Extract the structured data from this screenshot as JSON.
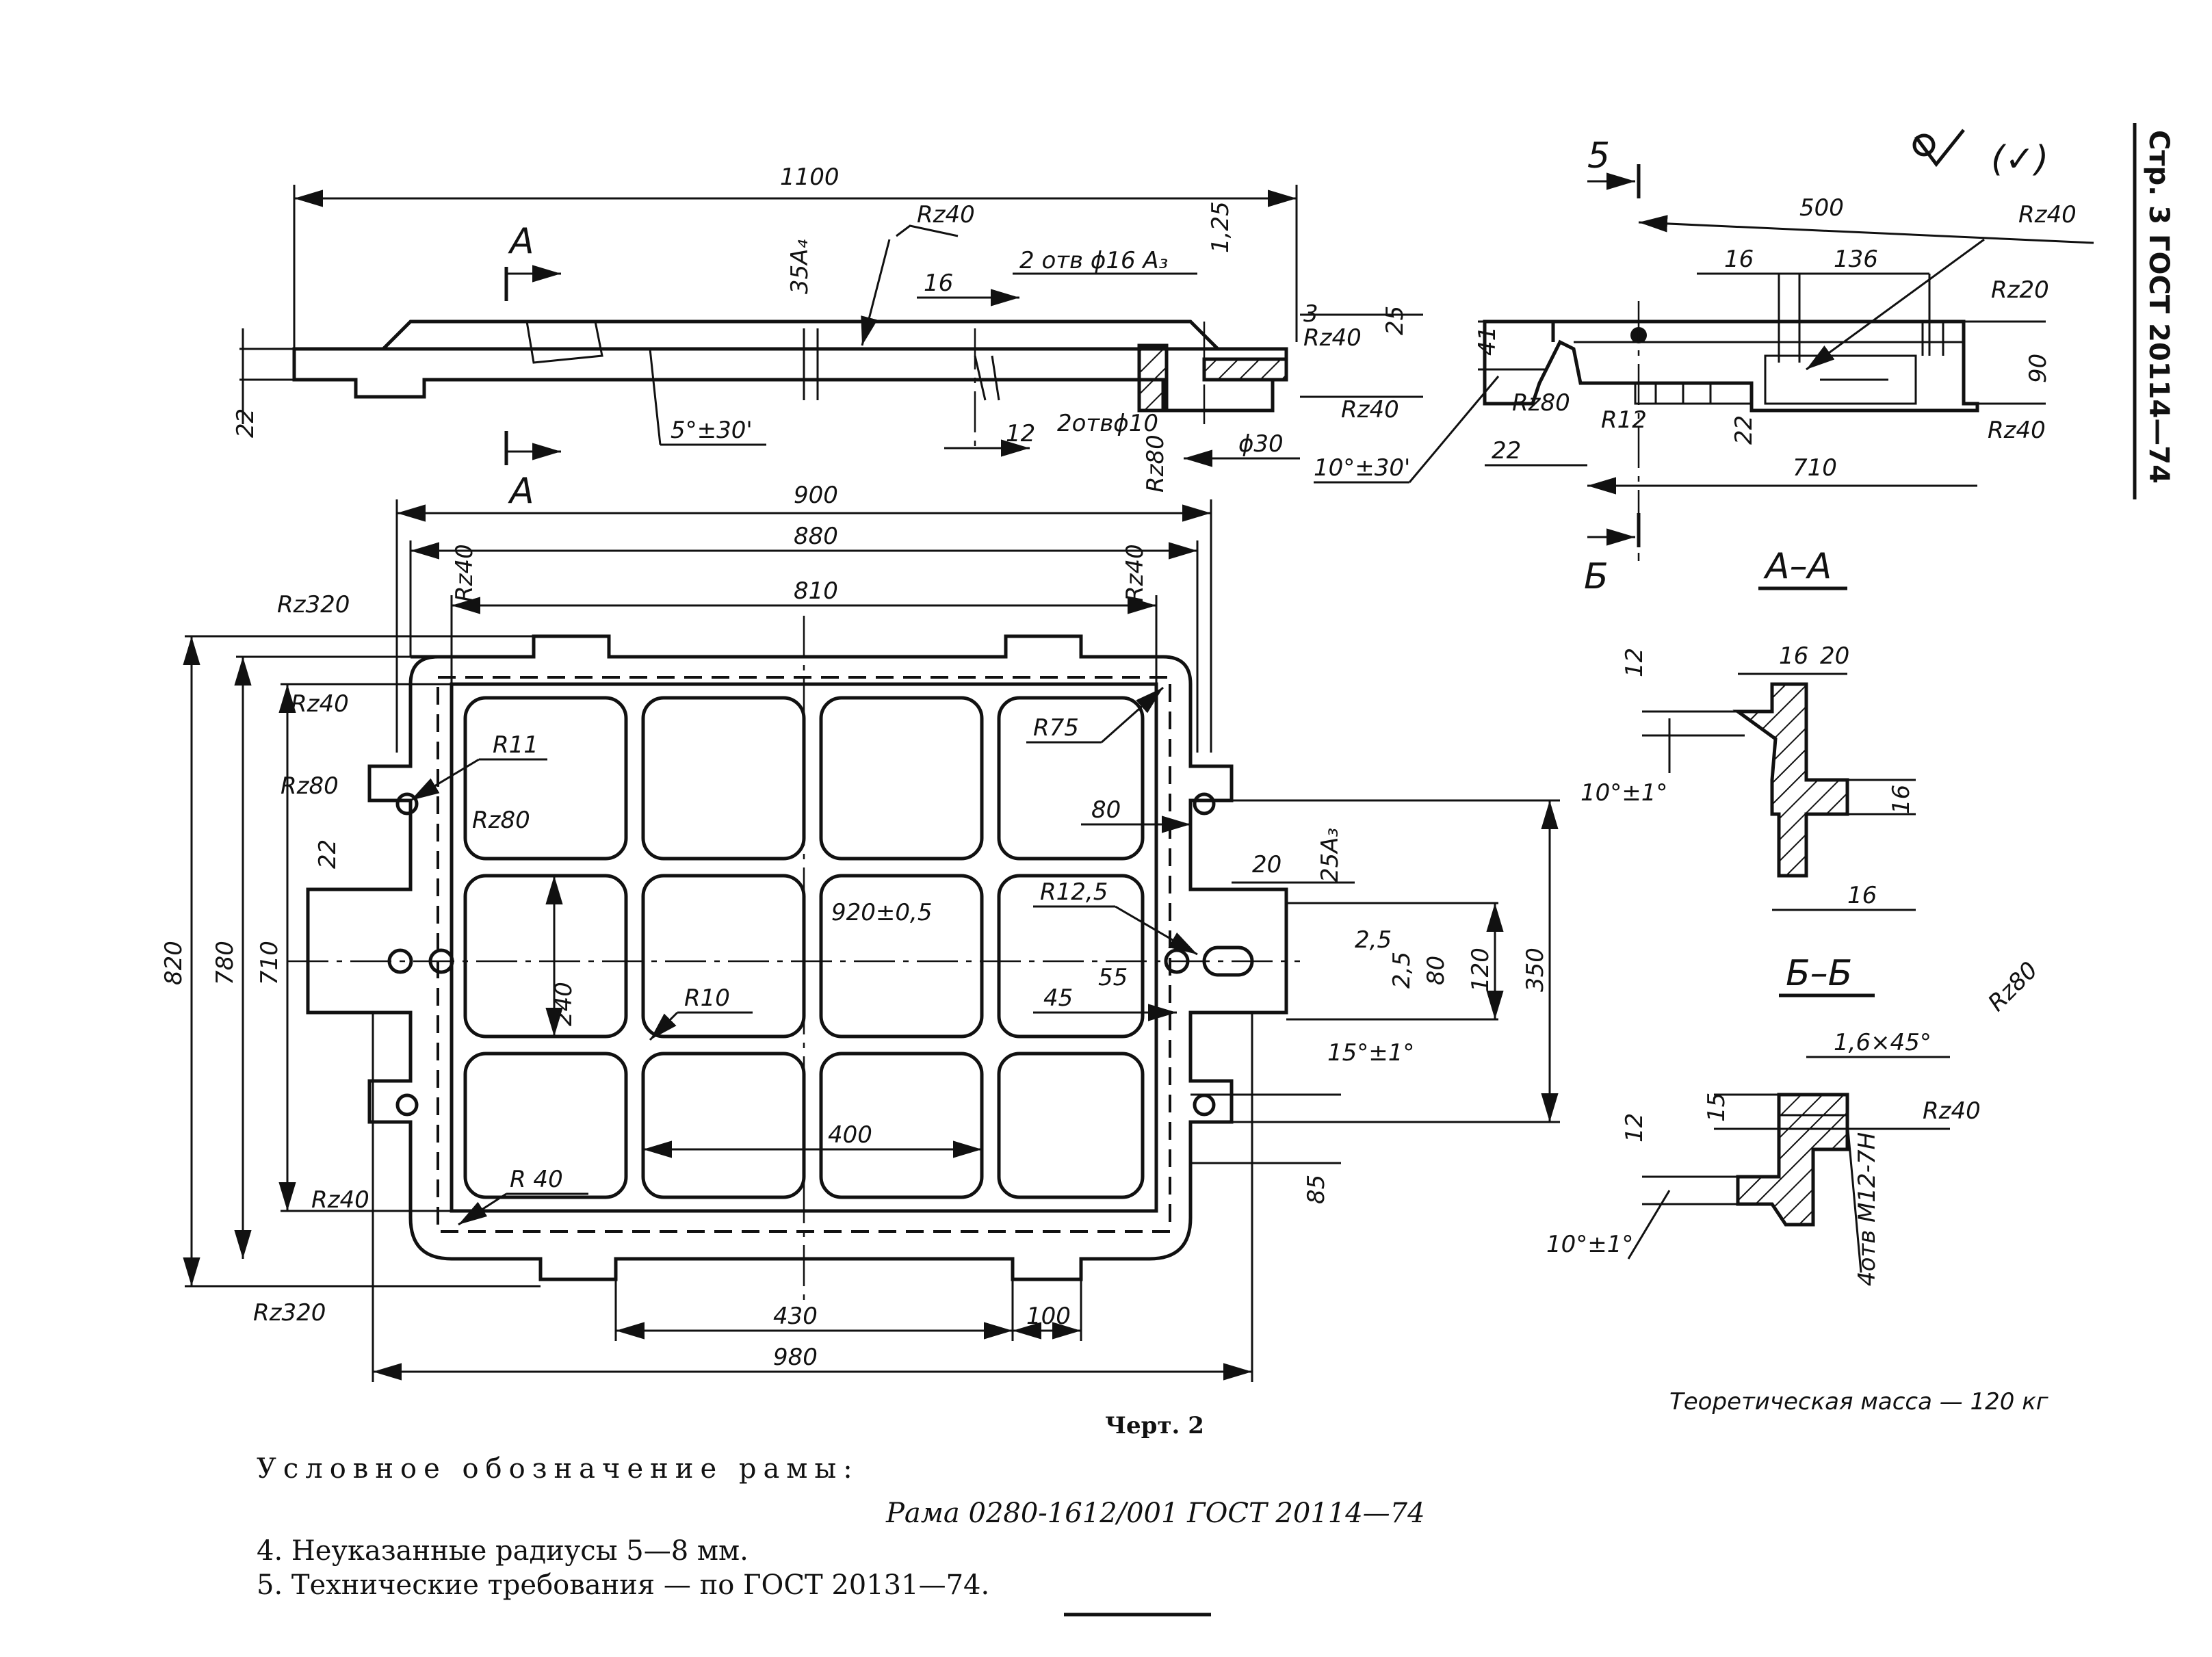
{
  "page": {
    "header": "Стр. 3 ГОСТ 20114—74",
    "roughness_sign": "(✓)"
  },
  "top_view": {
    "dims": {
      "length": "1100",
      "d35": "35А₄",
      "rz40": "Rz40",
      "holes16": "2 отв ϕ16 А₃",
      "d16": "16",
      "d3": "3",
      "d25": "25",
      "d1_25": "1,25",
      "d22": "22",
      "angle": "5°±30'",
      "holes10": "2отвϕ10",
      "d12": "12",
      "rz80": "Rz80",
      "d30": "ϕ30",
      "rz40b": "Rz40"
    },
    "section_A": "А"
  },
  "side_view": {
    "section_5": "5",
    "section_B": "Б",
    "dims": {
      "d500": "500",
      "d16": "16",
      "d136": "136",
      "rz40": "Rz40",
      "rz20": "Rz20",
      "d41": "41",
      "rz80": "Rz80",
      "r12": "R12",
      "d90": "90",
      "d22": "22",
      "d22b": "22",
      "d710": "710",
      "angle": "10°±30'",
      "rz40b": "Rz40"
    }
  },
  "plan_view": {
    "dims": {
      "d900": "900",
      "d880": "880",
      "d810": "810",
      "rz320": "Rz320",
      "rz40a": "Rz40",
      "rz40b": "Rz40",
      "d820": "820",
      "d780": "780",
      "d710": "710",
      "rz40c": "Rz40",
      "rz80a": "Rz80",
      "rz80b": "Rz80",
      "d22": "22",
      "r11": "R11",
      "r75": "R75",
      "d80": "80",
      "d25a": "25А₃",
      "d20": "20",
      "r12_5": "R12,5",
      "d920": "920±0,5",
      "d240": "240",
      "r10": "R10",
      "d45": "45",
      "d55": "55",
      "d2_5a": "2,5",
      "d2_5b": "2,5",
      "d80b": "80",
      "d120": "120",
      "d350": "350",
      "angle15": "15°±1°",
      "d400": "400",
      "d85": "85",
      "r40": "R 40",
      "rz40d": "Rz40",
      "rz320b": "Rz320",
      "d430": "430",
      "d100": "100",
      "d980": "980"
    }
  },
  "section_AA": {
    "title": "А–А",
    "dims": {
      "d16": "16",
      "d20": "20",
      "d12": "12",
      "angle": "10°±1°",
      "d16b": "16",
      "d16c": "16"
    }
  },
  "section_BB": {
    "title": "Б–Б",
    "dims": {
      "chamfer": "1,6×45°",
      "rz80": "Rz80",
      "rz40": "Rz40",
      "d15": "15",
      "d12": "12",
      "angle": "10°±1°",
      "holes": "4отв М12-7Н"
    }
  },
  "caption": {
    "mass": "Теоретическая масса — 120 кг",
    "figure": "Черт. 2",
    "designation_label": "Условное обозначение рамы:",
    "designation": "Рама 0280-1612/001 ГОСТ 20114—74",
    "note4": "4. Неуказанные радиусы 5—8 мм.",
    "note5": "5. Технические требования — по ГОСТ 20131—74."
  }
}
